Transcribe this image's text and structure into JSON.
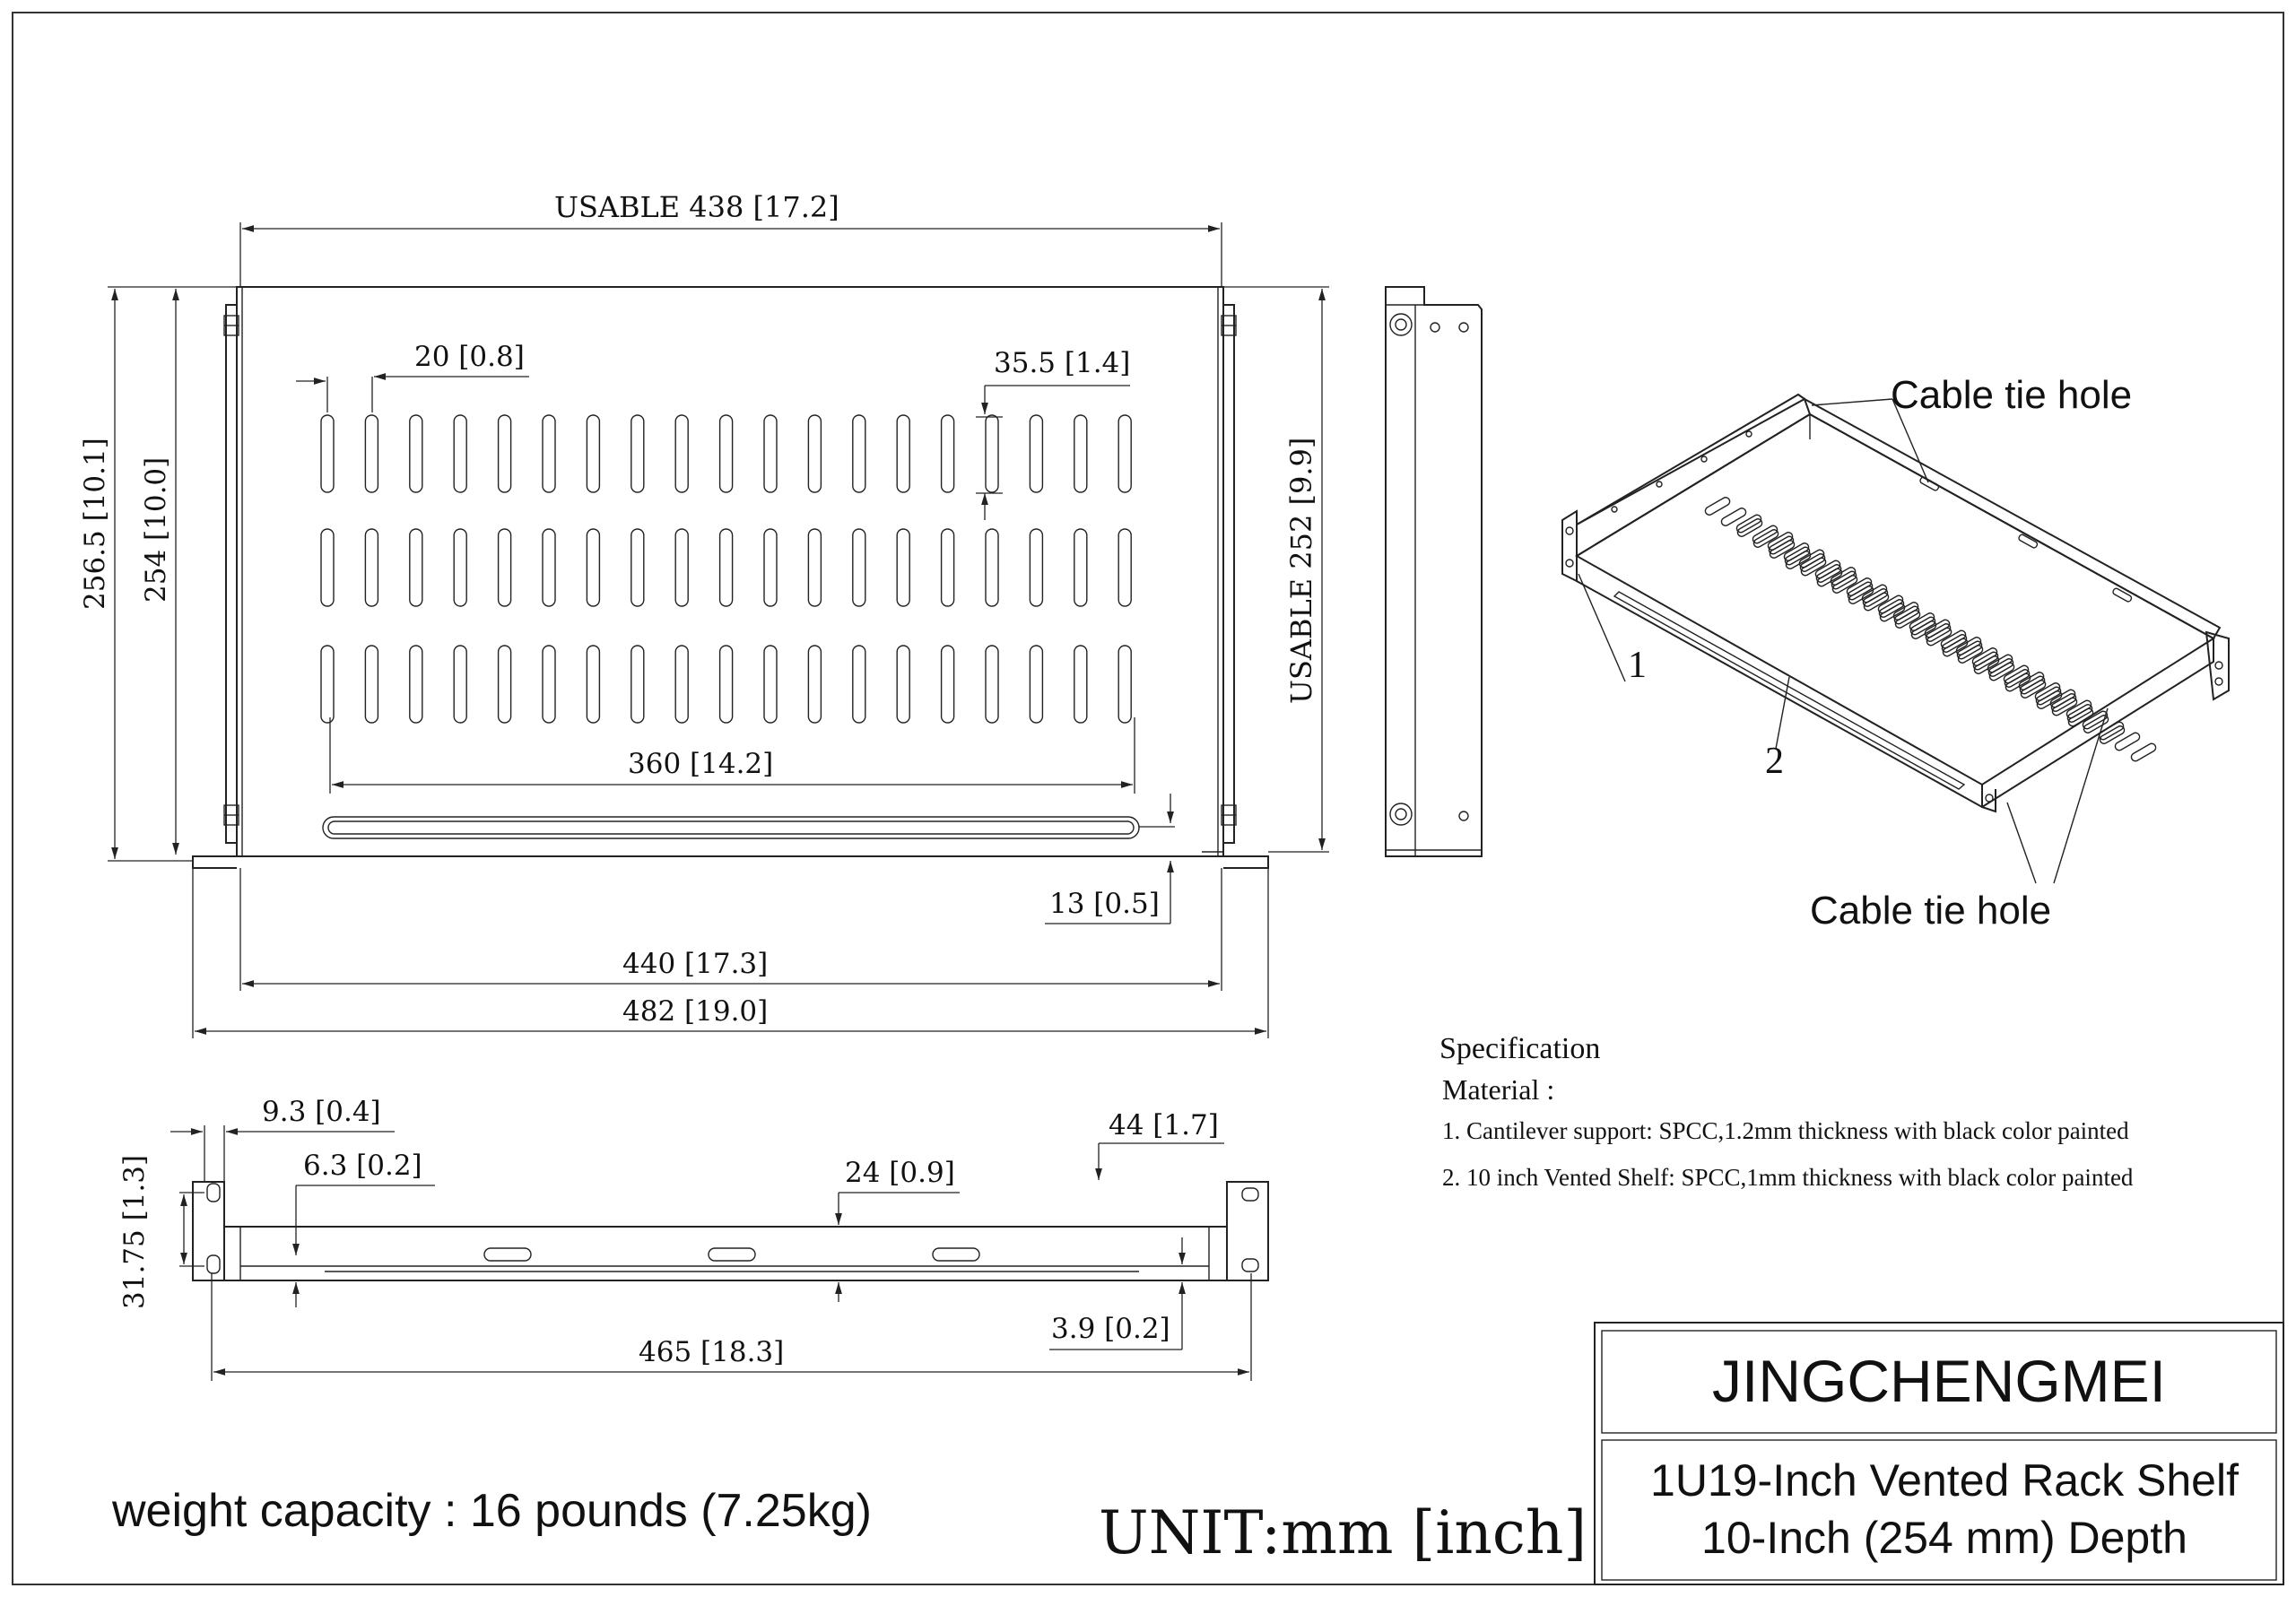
{
  "dimensions": {
    "usable_width": "USABLE 438 [17.2]",
    "slot_width": "20 [0.8]",
    "slot_length": "35.5 [1.4]",
    "slot_span": "360 [14.2]",
    "edge_offset": "13 [0.5]",
    "body_width": "440 [17.3]",
    "overall_width": "482 [19.0]",
    "overall_depth": "256.5 [10.1]",
    "depth": "254 [10.0]",
    "usable_depth": "USABLE 252 [9.9]",
    "ear_offset": "9.3 [0.4]",
    "hole_offset": "6.3 [0.2]",
    "slot_pitch": "24 [0.9]",
    "height": "44 [1.7]",
    "hole_spacing": "31.75 [1.3]",
    "lip_height": "3.9 [0.2]",
    "hole_span": "465 [18.3]"
  },
  "callouts": {
    "cable_tie_top": "Cable tie hole",
    "cable_tie_bottom": "Cable tie hole",
    "part1": "1",
    "part2": "2"
  },
  "specification": {
    "heading": "Specification",
    "material_label": "Material :",
    "items": [
      "1.  Cantilever support: SPCC,1.2mm thickness with black color painted",
      "2.  10 inch Vented Shelf: SPCC,1mm thickness with black color painted"
    ]
  },
  "footer": {
    "weight": "weight capacity : 16 pounds (7.25kg)",
    "unit": "UNIT:mm [inch]"
  },
  "title_block": {
    "brand": "JINGCHENGMEI",
    "product_line1": "1U19-Inch Vented Rack Shelf",
    "product_line2": "10-Inch (254 mm) Depth"
  }
}
